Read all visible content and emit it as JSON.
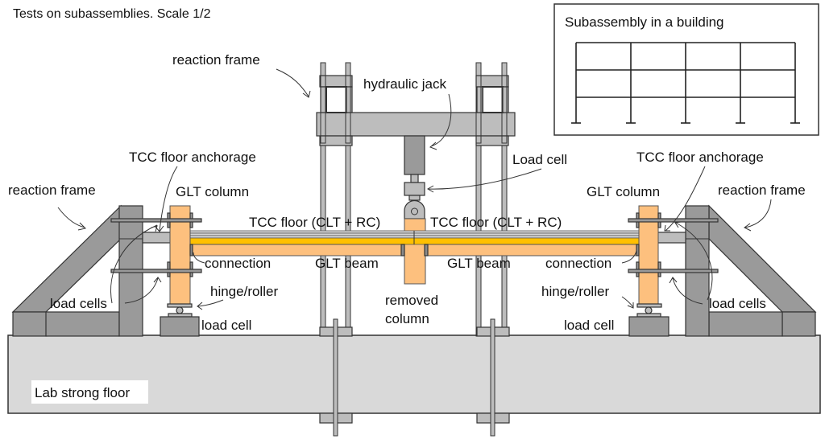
{
  "figure": {
    "title": "Tests on subassemblies. Scale 1/2",
    "inset": {
      "title": "Subassembly in a building",
      "bays": 4,
      "storeys": 3
    },
    "labels": {
      "reaction_frame_top": "reaction frame",
      "hydraulic_jack": "hydraulic jack",
      "load_cell_top": "Load cell",
      "tcc_anchorage_left": "TCC floor anchorage",
      "tcc_anchorage_right": "TCC floor anchorage",
      "reaction_frame_left": "reaction frame",
      "reaction_frame_right": "reaction frame",
      "glt_column_left": "GLT column",
      "glt_column_right": "GLT column",
      "tcc_floor_left": "TCC floor (CLT + RC)",
      "tcc_floor_right": "TCC floor (CLT + RC)",
      "connection_left": "connection",
      "connection_right": "connection",
      "glt_beam_left": "GLT beam",
      "glt_beam_right": "GLT beam",
      "load_cells_left": "load cells",
      "load_cells_right": "load cells",
      "hinge_roller_left": "hinge/roller",
      "hinge_roller_right": "hinge/roller",
      "removed_column_line1": "removed",
      "removed_column_line2": "column",
      "load_cell_left": "load cell",
      "load_cell_right": "load cell",
      "lab_strong_floor": "Lab strong floor"
    },
    "colors": {
      "steel": "#9a9a9a",
      "steel_light": "#bdbdbd",
      "timber": "#fdc07e",
      "concrete": "#ffc000",
      "strong_floor": "#d9d9d9"
    }
  }
}
